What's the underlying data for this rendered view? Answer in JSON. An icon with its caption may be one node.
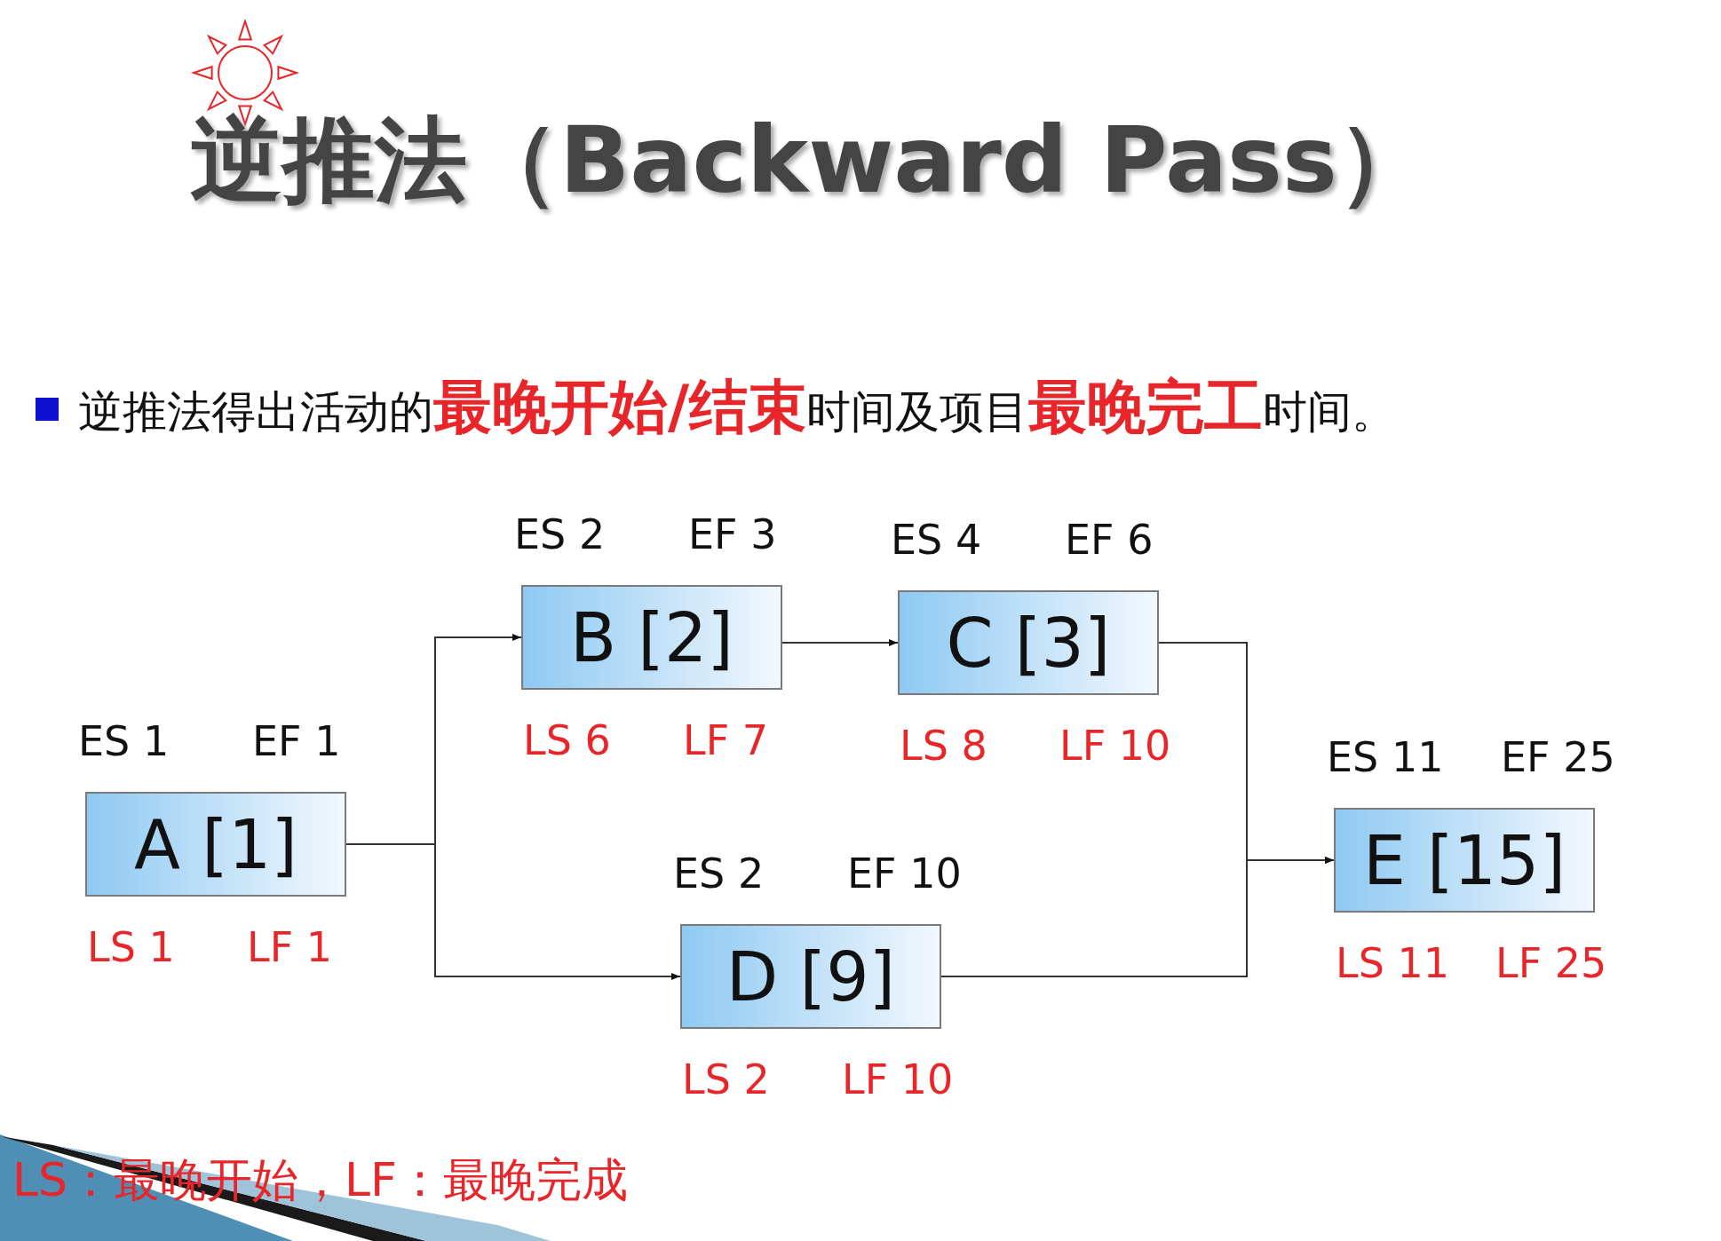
{
  "diagram": {
    "title": "逆推法（Backward Pass）",
    "nodes": [
      {
        "text": [
          "A [1]"
        ],
        "beside": [
          "ES 1",
          "EF 1",
          "LS 1",
          "LF 1"
        ]
      },
      {
        "text": [
          "B [2]"
        ],
        "beside": [
          "ES 2",
          "EF 3",
          "LS 6",
          "LF 7"
        ]
      },
      {
        "text": [
          "C [3]"
        ],
        "beside": [
          "ES 4",
          "EF 6",
          "LS 8",
          "LF 10"
        ]
      },
      {
        "text": [
          "D [9]"
        ],
        "beside": [
          "ES 2",
          "EF 10",
          "LS 2",
          "LF 10"
        ]
      },
      {
        "text": [
          "E [15]"
        ],
        "beside": [
          "ES 11",
          "EF 25",
          "LS 11",
          "LF 25"
        ]
      }
    ],
    "edges": [
      {
        "from": 0,
        "to": 1,
        "arrow": "to"
      },
      {
        "from": 0,
        "to": 3,
        "arrow": "to"
      },
      {
        "from": 1,
        "to": 2,
        "arrow": "to"
      },
      {
        "from": 2,
        "to": 4,
        "arrow": "to"
      },
      {
        "from": 3,
        "to": 4,
        "arrow": "to"
      }
    ],
    "labels": [
      "逆推法得出活动的**最晚开始/结束**时间及项目**最晚完工**时间。",
      "LS：最晚开始，LF：最晚完成"
    ]
  }
}
